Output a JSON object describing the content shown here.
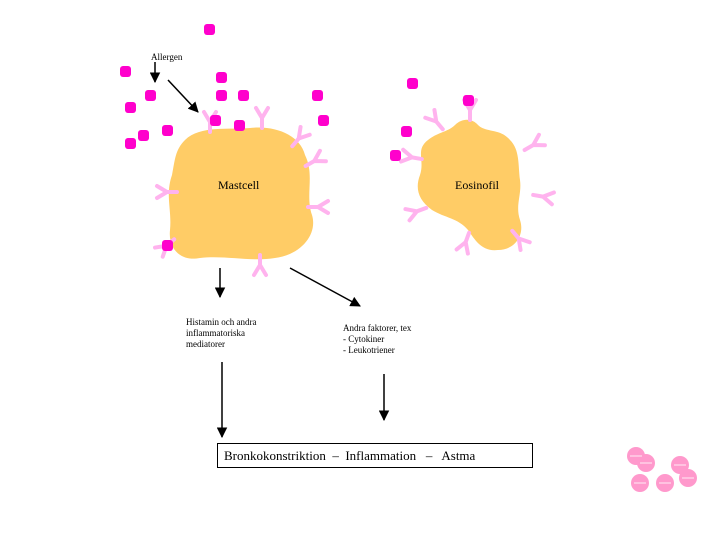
{
  "labels": {
    "allergen": "Allergen",
    "mastcell": "Mastcell",
    "eosinofil": "Eosinofil",
    "histamin_lines": [
      "Histamin och andra",
      "inflammatoriska",
      "mediatorer"
    ],
    "factors_lines": [
      "Andra faktorer, tex",
      "- Cytokiner",
      "- Leukotriener"
    ],
    "outcome": "Bronkokonstriktion  –  Inflammation   –   Astma"
  },
  "colors": {
    "cell": "#FFCC66",
    "allergen": "#FF00CC",
    "receptor": "#FFB3EE",
    "arrow": "#000000",
    "pollen": "#FF99CC"
  }
}
